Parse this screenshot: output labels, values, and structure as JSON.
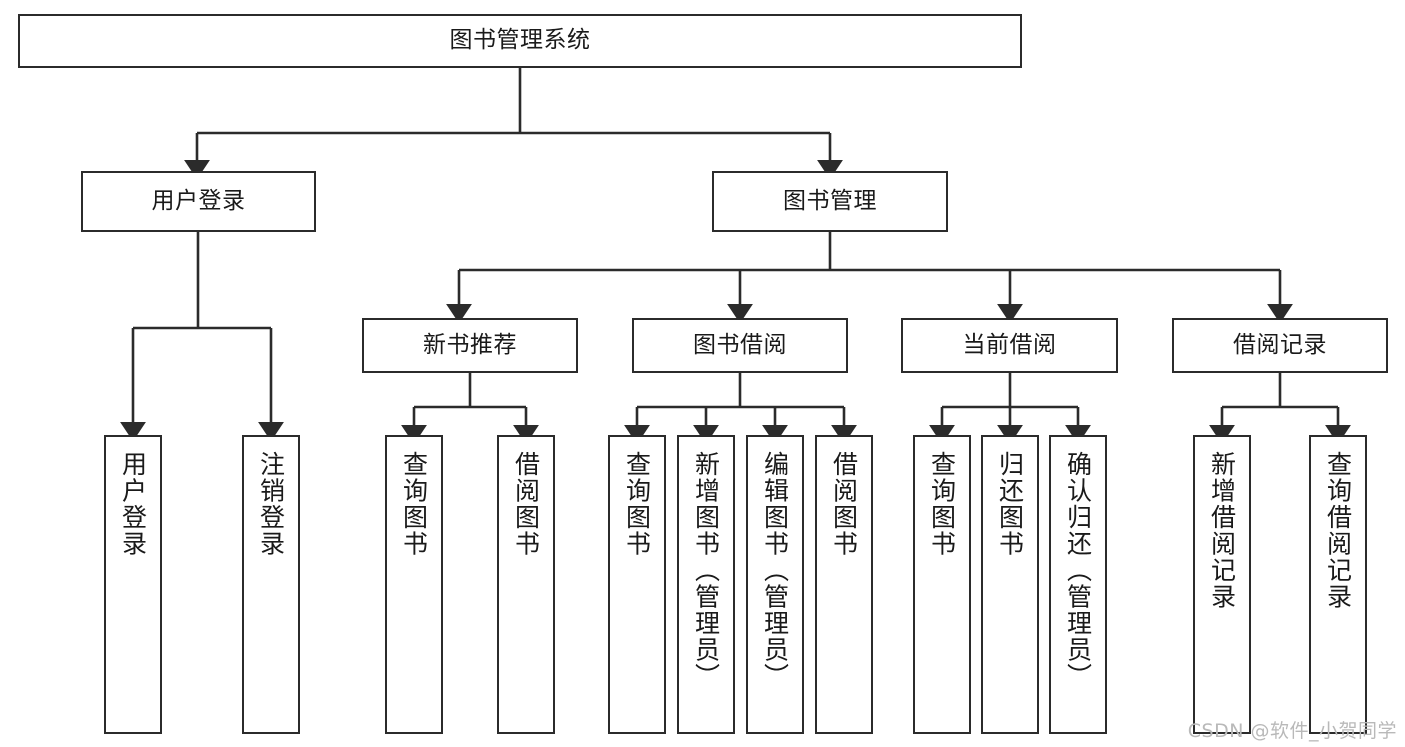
{
  "diagram": {
    "title": "图书管理系统",
    "watermark": "CSDN @软件_小贺同学",
    "line_color": "#2b2b2b",
    "box_fill": "#ffffff",
    "text_color": "#1a1a1a",
    "watermark_color": "#b9b9b9",
    "nodes": {
      "root": {
        "label": "图书管理系统"
      },
      "level2": [
        {
          "id": "user-login",
          "label": "用户登录"
        },
        {
          "id": "book-manage",
          "label": "图书管理"
        }
      ],
      "level3": [
        {
          "id": "new-book-recommend",
          "label": "新书推荐"
        },
        {
          "id": "book-borrow",
          "label": "图书借阅"
        },
        {
          "id": "current-borrow",
          "label": "当前借阅"
        },
        {
          "id": "borrow-record",
          "label": "借阅记录"
        }
      ],
      "leaves": {
        "user-login": [
          {
            "id": "leaf-user-login",
            "label": "用户登录"
          },
          {
            "id": "leaf-logout",
            "label": "注销登录"
          }
        ],
        "new-book-recommend": [
          {
            "id": "leaf-query-book-1",
            "label": "查询图书"
          },
          {
            "id": "leaf-borrow-book-1",
            "label": "借阅图书"
          }
        ],
        "book-borrow": [
          {
            "id": "leaf-query-book-2",
            "label": "查询图书"
          },
          {
            "id": "leaf-add-book",
            "label": "新增图书（管理员）"
          },
          {
            "id": "leaf-edit-book",
            "label": "编辑图书（管理员）"
          },
          {
            "id": "leaf-borrow-book-2",
            "label": "借阅图书"
          }
        ],
        "current-borrow": [
          {
            "id": "leaf-query-book-3",
            "label": "查询图书"
          },
          {
            "id": "leaf-return-book",
            "label": "归还图书"
          },
          {
            "id": "leaf-confirm-return",
            "label": "确认归还（管理员）"
          }
        ],
        "borrow-record": [
          {
            "id": "leaf-add-record",
            "label": "新增借阅记录"
          },
          {
            "id": "leaf-query-record",
            "label": "查询借阅记录"
          }
        ]
      }
    }
  }
}
